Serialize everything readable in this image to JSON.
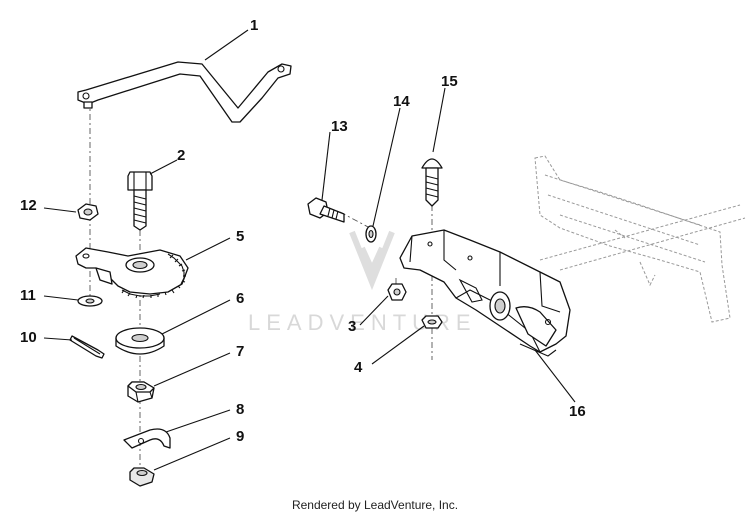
{
  "watermark": "LEADVENTURE",
  "footer_text": "Rendered by LeadVenture, Inc.",
  "callouts": [
    {
      "id": "c1",
      "label": "1"
    },
    {
      "id": "c2",
      "label": "2"
    },
    {
      "id": "c3",
      "label": "3"
    },
    {
      "id": "c4",
      "label": "4"
    },
    {
      "id": "c5",
      "label": "5"
    },
    {
      "id": "c6",
      "label": "6"
    },
    {
      "id": "c7",
      "label": "7"
    },
    {
      "id": "c8",
      "label": "8"
    },
    {
      "id": "c9",
      "label": "9"
    },
    {
      "id": "c10",
      "label": "10"
    },
    {
      "id": "c11",
      "label": "11"
    },
    {
      "id": "c12",
      "label": "12"
    },
    {
      "id": "c13",
      "label": "13"
    },
    {
      "id": "c14",
      "label": "14"
    },
    {
      "id": "c15",
      "label": "15"
    },
    {
      "id": "c16",
      "label": "16"
    }
  ]
}
